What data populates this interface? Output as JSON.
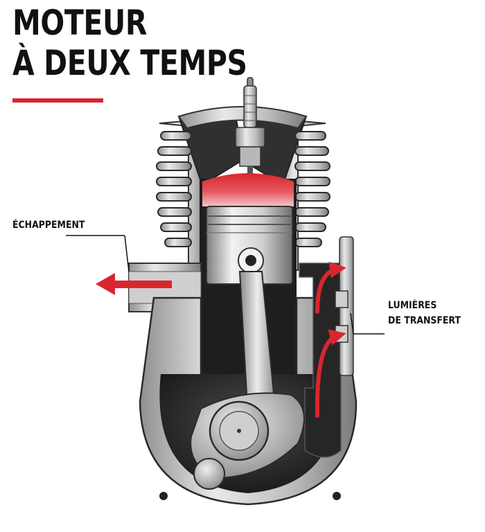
{
  "title": {
    "line1": "MOTEUR",
    "line2": "À DEUX TEMPS"
  },
  "labels": {
    "exhaust": "ÉCHAPPEMENT",
    "transfer_line1": "LUMIÈRES",
    "transfer_line2": "DE TRANSFERT"
  },
  "colors": {
    "accent": "#d9262e",
    "text": "#111111",
    "metal_light": "#e2e2e2",
    "metal_mid": "#9a9a9a",
    "metal_dark": "#2a2a2a"
  }
}
